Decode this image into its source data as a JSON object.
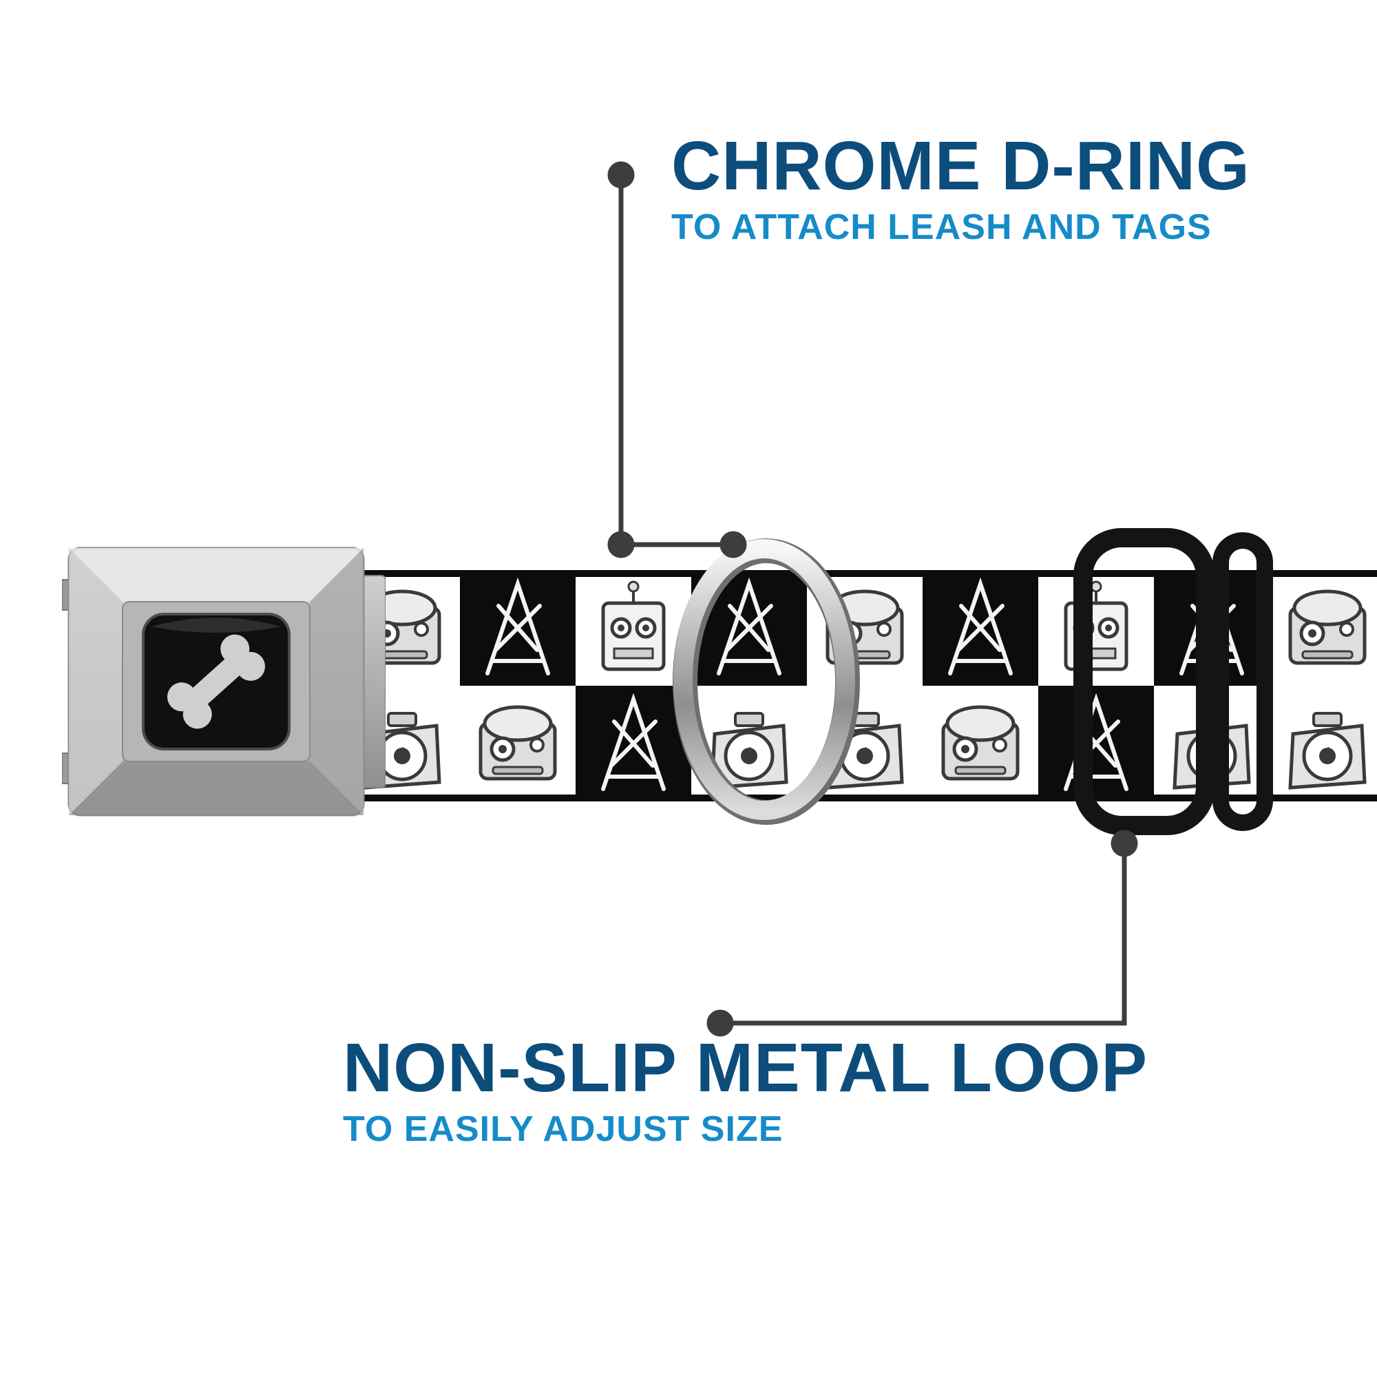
{
  "page": {
    "background": "#ffffff",
    "description_icons": {
      "buckle_logo": "dog-bone-icon",
      "ring": "d-ring-icon",
      "slide": "metal-loop-icon"
    }
  },
  "annotations": {
    "d_ring": {
      "title": "CHROME D-RING",
      "subtitle": "TO ATTACH LEASH AND TAGS"
    },
    "metal_loop": {
      "title": "NON-SLIP METAL LOOP",
      "subtitle": "TO EASILY ADJUST SIZE"
    }
  },
  "colors": {
    "title_navy": "#0c4d7c",
    "subtitle_blue": "#168bc9",
    "callout_gray": "#3d3d3d",
    "strap_black": "#0d0c0a",
    "strap_white": "#ffffff",
    "buckle_silver": "#c2c2c2",
    "buckle_center_black": "#111111",
    "loop_black": "#141414",
    "ring_chrome": "#c9c9c9"
  }
}
